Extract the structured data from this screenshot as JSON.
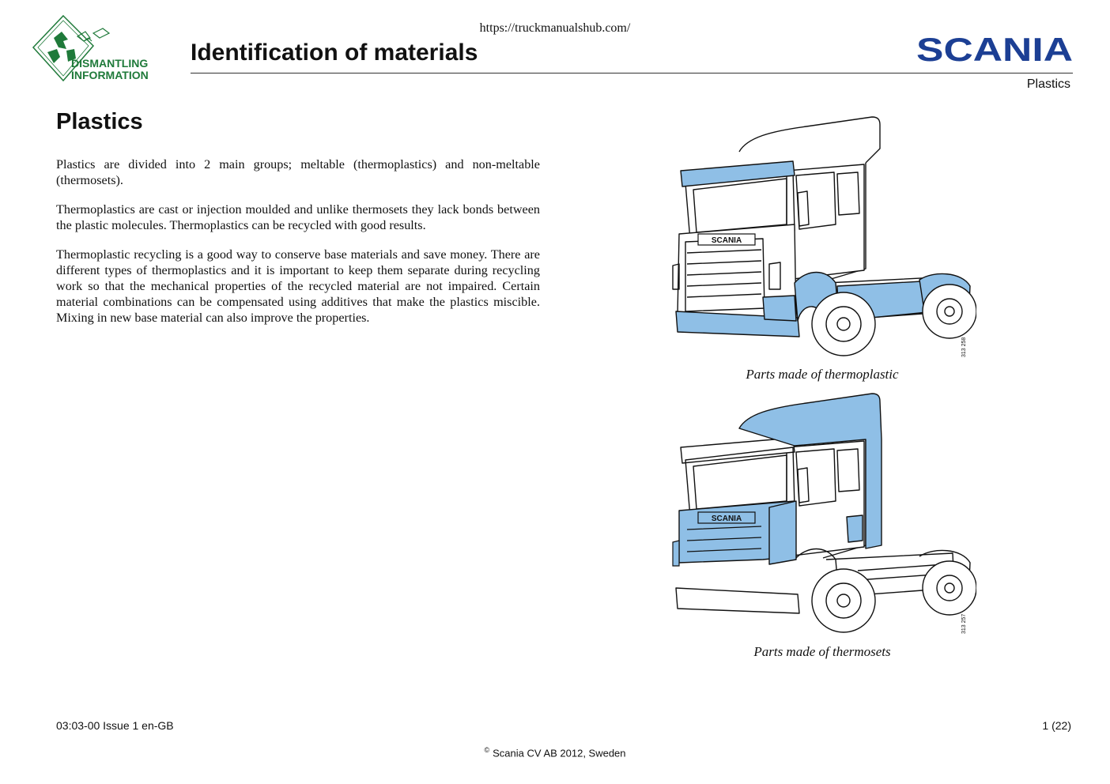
{
  "header": {
    "url": "https://truckmanualshub.com/",
    "logo_line1": "DISMANTLING",
    "logo_line2": "INFORMATION",
    "title": "Identification of materials",
    "brand": "SCANIA",
    "section": "Plastics"
  },
  "content": {
    "heading": "Plastics",
    "paragraphs": [
      "Plastics are divided into 2 main groups; meltable (thermoplastics) and non-meltable (thermosets).",
      "Thermoplastics are cast or injection moulded and unlike thermosets they lack bonds between the plastic molecules. Thermoplastics can be recycled with good results.",
      "Thermoplastic recycling is a good way to conserve base materials and save money. There are different types of thermoplastics and it is important to keep them separate during recycling work so that the mechanical properties of the recycled material are not impaired. Certain material combinations can be compensated using additives that make the plastics miscible. Mixing in new base material can also improve the properties."
    ]
  },
  "figures": [
    {
      "caption": "Parts made of thermoplastic",
      "ref": "313 258",
      "grille_label": "SCANIA"
    },
    {
      "caption": "Parts made of thermosets",
      "ref": "313 257",
      "grille_label": "SCANIA"
    }
  ],
  "footer": {
    "doc_ref": "03:03-00 Issue 1  en-GB",
    "page": "1 (22)",
    "copyright_symbol": "©",
    "copyright": "Scania CV AB 2012, Sweden"
  },
  "colors": {
    "highlight": "#8fbfe6",
    "logo_green": "#1f7a3a",
    "brand_blue": "#1c3f94"
  }
}
